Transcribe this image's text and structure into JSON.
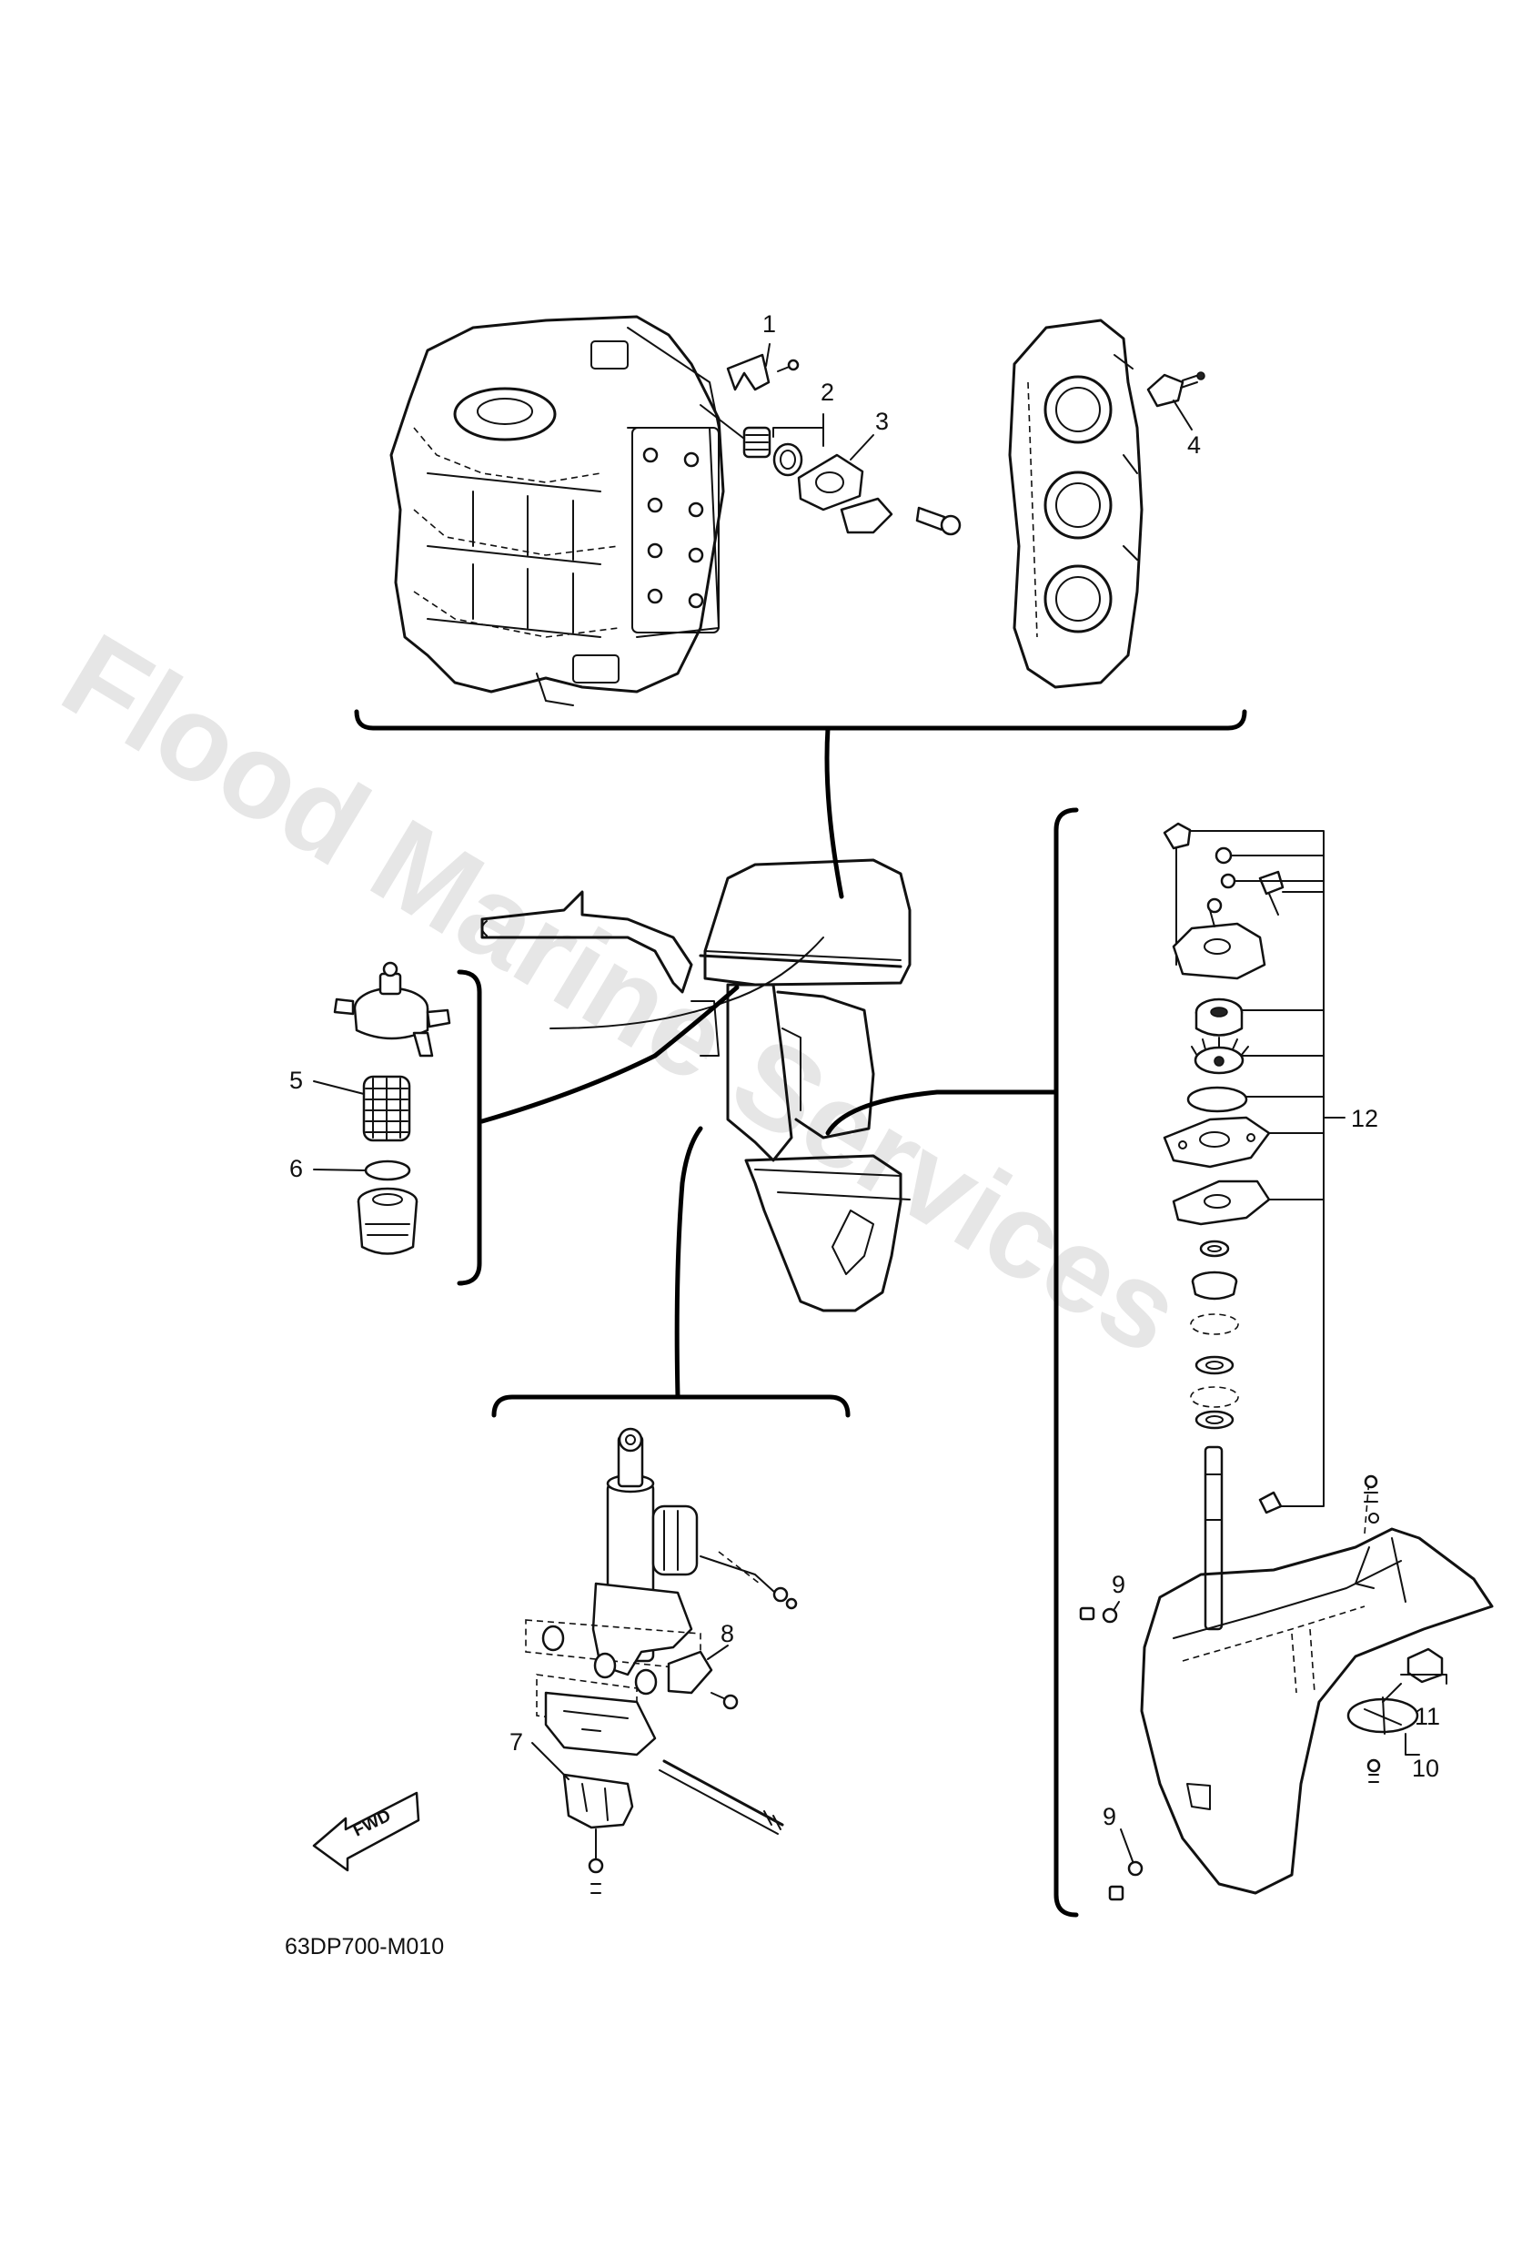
{
  "diagram": {
    "drawing_code": "63DP700-M010",
    "watermark": "Flood Marine Services",
    "fwd_label": "FWD",
    "callouts": [
      "1",
      "2",
      "3",
      "4",
      "5",
      "6",
      "7",
      "8",
      "9",
      "9",
      "10",
      "11",
      "12"
    ]
  }
}
